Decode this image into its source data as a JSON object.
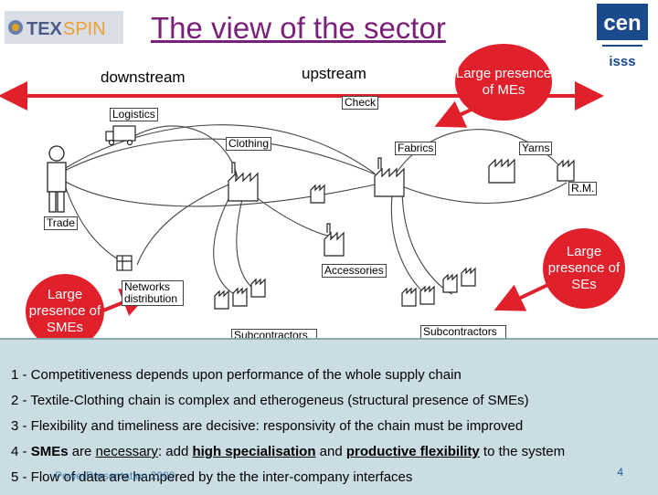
{
  "title": "The view of the sector",
  "logo_left": {
    "part1": "TEX",
    "part2": "SPIN"
  },
  "logo_right": {
    "top": "cen",
    "bottom": "isss"
  },
  "arrows": {
    "downstream": "downstream",
    "upstream": "upstream"
  },
  "ellipses": {
    "mes": "Large presence of MEs",
    "ses": "Large presence of SEs",
    "smes": "Large presence of SMEs"
  },
  "nodes": {
    "check": "Check",
    "logistics": "Logistics",
    "clothing": "Clothing",
    "fabrics": "Fabrics",
    "yarns": "Yarns",
    "rm": "R.M.",
    "trade": "Trade",
    "accessories": "Accessories",
    "networks": "Networks distribution",
    "sub_clothing": "Subcontractors clothing",
    "sub_fabrics": "Subcontractors fabrics"
  },
  "bullets": [
    {
      "text": "1 - Competitiveness depends upon performance of the whole supply chain"
    },
    {
      "text": "2 - Textile-Clothing chain is complex and etherogeneus (structural presence of SMEs)"
    },
    {
      "text": "3 - Flexibility and timeliness are decisive: responsivity of the chain must be improved"
    },
    {
      "pre": "4 - ",
      "b1": "SMEs",
      "mid1": " are ",
      "u1": "necessary",
      "mid2": ": add ",
      "b2": "high specialisation",
      "mid3": " and ",
      "b3": "productive flexibility",
      "post": " to the system"
    },
    {
      "text": "5 - Flow of data are hampered by the the inter-company interfaces"
    }
  ],
  "page_number": "4",
  "footer": "PowerPresentation 2000"
}
